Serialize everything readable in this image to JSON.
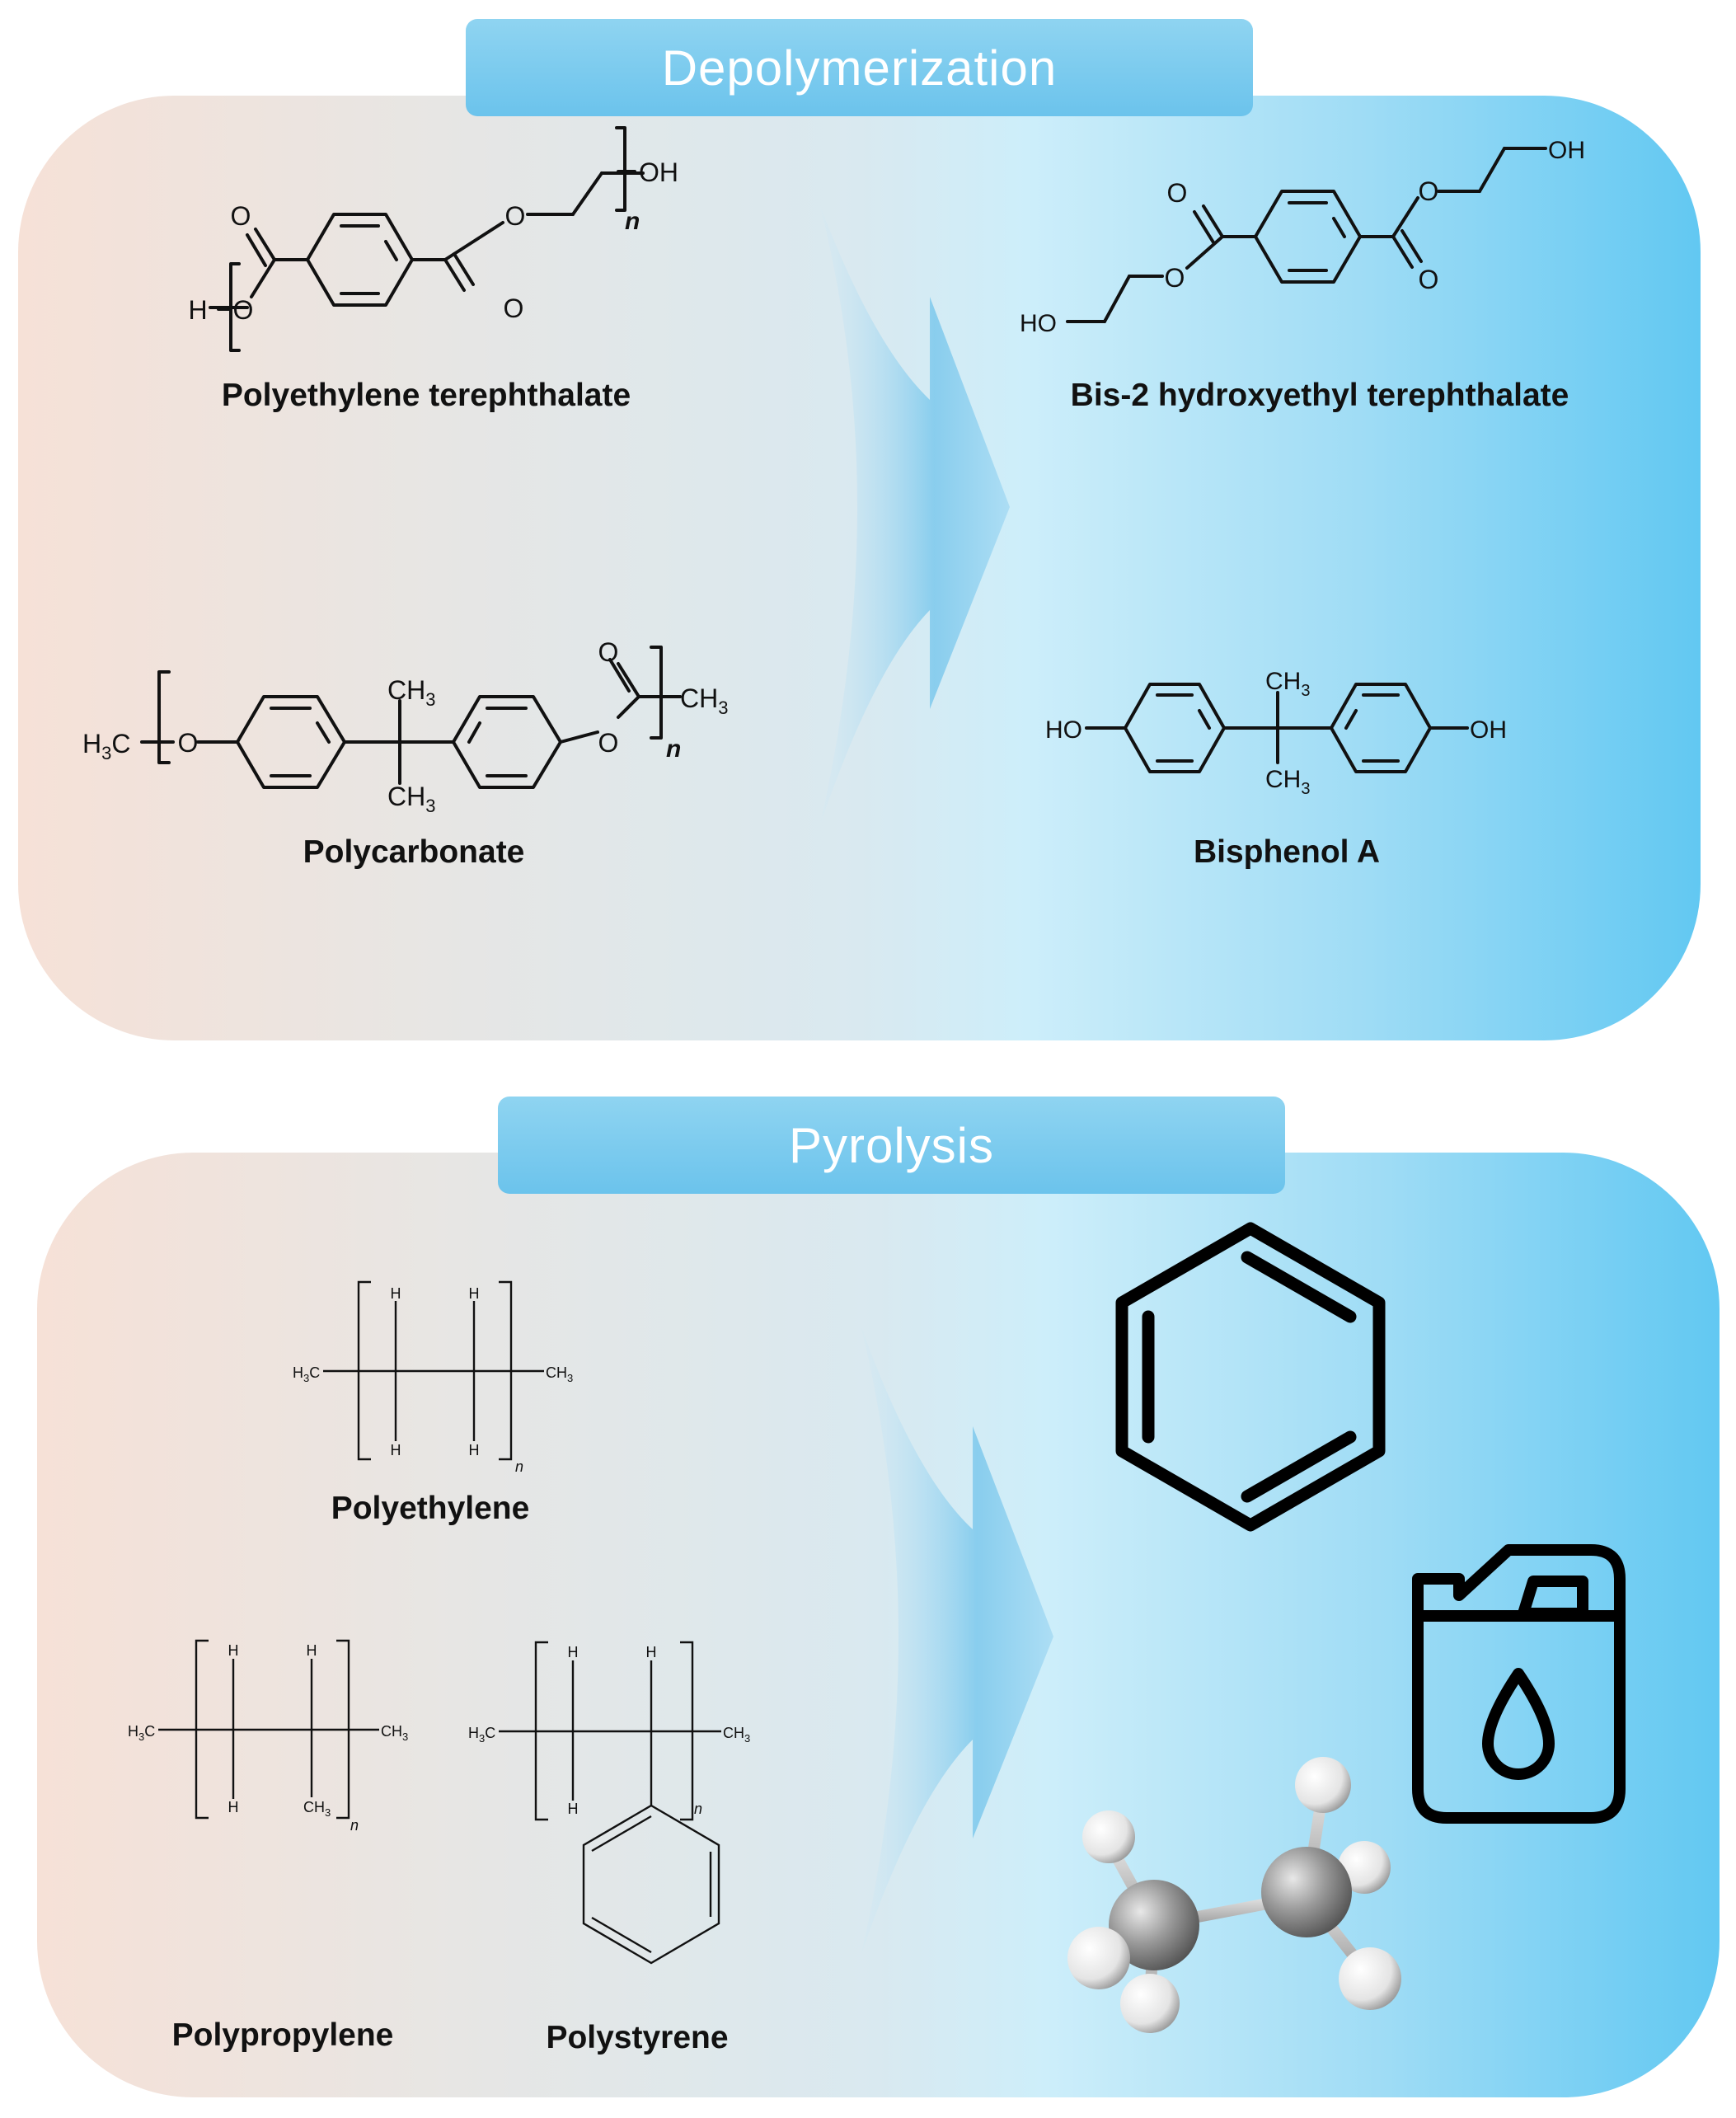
{
  "banners": {
    "top": "Depolymerization",
    "bottom": "Pyrolysis"
  },
  "depolymerization": {
    "pet": "Polyethylene terephthalate",
    "bhet": "Bis-2 hydroxyethyl terephthalate",
    "pc": "Polycarbonate",
    "bpa": "Bisphenol A"
  },
  "pyrolysis": {
    "pe": "Polyethylene",
    "pp": "Polypropylene",
    "ps": "Polystyrene"
  },
  "atoms": {
    "o": "O",
    "oh": "OH",
    "ho": "HO",
    "h": "H",
    "h_o": "H",
    "n": "n",
    "h3c": "H",
    "c": "C",
    "ch": "CH",
    "sub3": "3"
  },
  "colors": {
    "banner": "#6bc3ec",
    "panel_left": "#f6e1d7",
    "panel_right": "#62c8f2",
    "arrow": "#5ab8e6"
  },
  "icons": [
    "benzene-icon",
    "fuel-canister-icon",
    "ethane-molecule-icon"
  ]
}
